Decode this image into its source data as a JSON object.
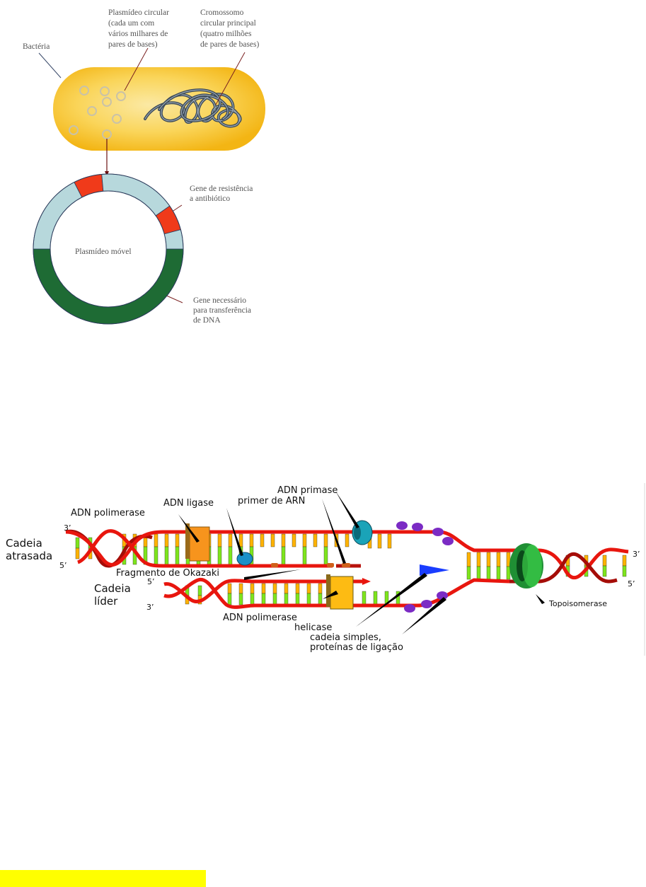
{
  "figure1": {
    "labels": {
      "bacteria": "Bactéria",
      "plasmid_lines": [
        "Plasmídeo circular",
        "(cada um com",
        "vários milhares de",
        "pares de bases)"
      ],
      "chromosome_lines": [
        "Cromossomo",
        "circular principal",
        "(quatro  milhões",
        "de pares de bases)"
      ],
      "resistance_lines": [
        "Gene de resistência",
        "a antibiótico"
      ],
      "mobile_plasmid": "Plasmídeo móvel",
      "transfer_lines": [
        "Gene necessário",
        "para transferência",
        "de DNA"
      ]
    },
    "colors": {
      "bacteria_fill": "#f7c21a",
      "bacteria_core": "#fbe89a",
      "resistance_gene": "#f03a1a",
      "plasmid_light": "#b7d8dc",
      "transfer_gene": "#1e6b34",
      "chromosome": "#4a5a6a"
    }
  },
  "figure2": {
    "labels": {
      "lagging_strand": [
        "Cadeia",
        "atrasada"
      ],
      "leading_strand": [
        "Cadeia",
        "líder"
      ],
      "three_prime": "3’",
      "five_prime": "5’",
      "dna_polymerase_top": "ADN polimerase",
      "dna_ligase": "ADN ligase",
      "dna_primase": "ADN primase",
      "rna_primer": "primer de ARN",
      "okazaki": "Fragmento de Okazaki",
      "dna_polymerase_bottom": "ADN polimerase",
      "helicase": "helicase",
      "ssb_lines": [
        "cadeia simples,",
        "proteínas de ligação"
      ],
      "topoisomerase": "Topoisomerase"
    },
    "colors": {
      "backbone": "#e8160e",
      "backbone_dark": "#a50d08",
      "base_orange": "#ffb300",
      "base_green": "#7ee51c",
      "polymerase": "#f7941d",
      "primase": "#1aa3b8",
      "ligase": "#1a90c8",
      "helicase": "#1a3dff",
      "ssb": "#7b2bc4",
      "topoisomerase": "#1fa83a"
    }
  },
  "footer": {
    "highlight_color": "#ffff00"
  }
}
